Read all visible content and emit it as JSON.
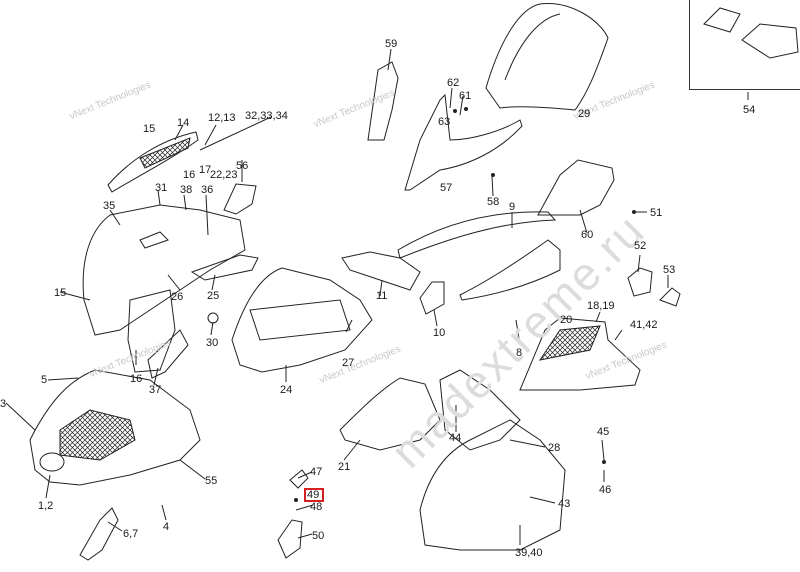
{
  "watermark": {
    "brand": "vNext Technologies",
    "site": "madextreme.ru"
  },
  "callouts": {
    "c1_2": "1,2",
    "c3": "3",
    "c4": "4",
    "c5": "5",
    "c6_7": "6,7",
    "c8": "8",
    "c9": "9",
    "c10": "10",
    "c11": "11",
    "c12_13": "12,13",
    "c14": "14",
    "c15a": "15",
    "c15b": "15",
    "c16a": "16",
    "c16b": "16",
    "c17": "17",
    "c18_19": "18,19",
    "c20": "20",
    "c21": "21",
    "c22_23": "22,23",
    "c24": "24",
    "c25": "25",
    "c26": "26",
    "c27": "27",
    "c28": "28",
    "c29": "29",
    "c30": "30",
    "c31": "31",
    "c32_34": "32,33,34",
    "c35": "35",
    "c36": "36",
    "c37": "37",
    "c38": "38",
    "c39_40": "39,40",
    "c41_42": "41,42",
    "c43": "43",
    "c44": "44",
    "c45": "45",
    "c46": "46",
    "c47": "47",
    "c48": "48",
    "c49": "49",
    "c50": "50",
    "c51": "51",
    "c52": "52",
    "c53": "53",
    "c54": "54",
    "c55": "55",
    "c56": "56",
    "c57": "57",
    "c58": "58",
    "c59": "59",
    "c60": "60",
    "c61": "61",
    "c62": "62",
    "c63": "63"
  },
  "highlighted_callout": "49",
  "colors": {
    "line": "#222222",
    "highlight": "#d61f1f",
    "watermark": "#c8c8c8"
  }
}
